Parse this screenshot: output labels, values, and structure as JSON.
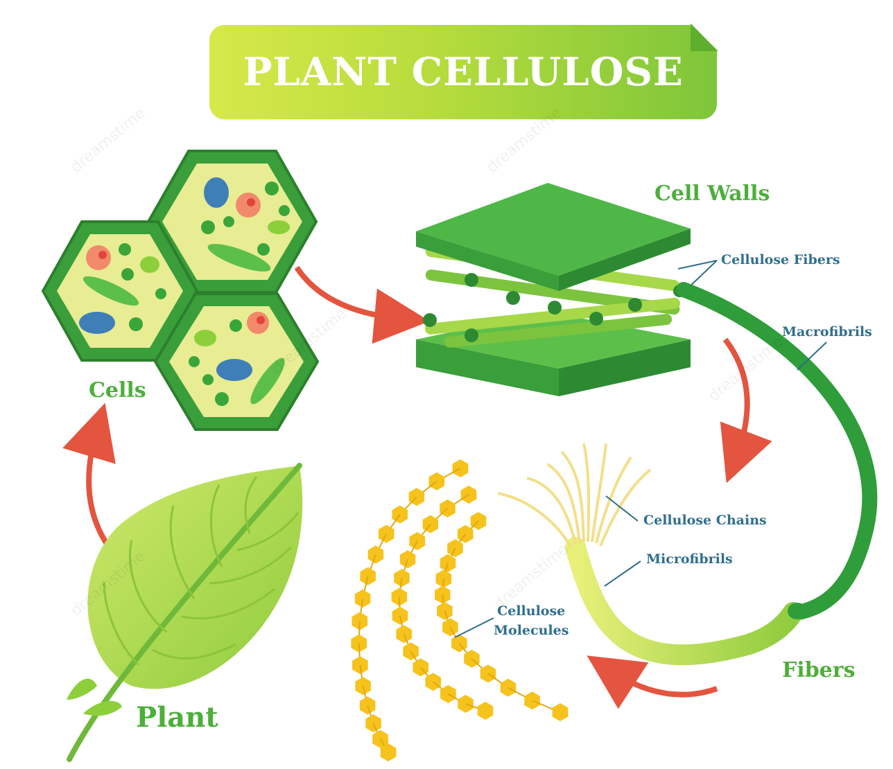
{
  "title": "PLANT CELLULOSE",
  "labels": {
    "cells": "Cells",
    "cell_walls": "Cell Walls",
    "cellulose_fibers": "Cellulose Fibers",
    "macrofibrils": "Macrofibrils",
    "cellulose_chains": "Cellulose Chains",
    "microfibrils": "Microfibrils",
    "cellulose_molecules_line1": "Cellulose",
    "cellulose_molecules_line2": "Molecules",
    "fibers": "Fibers",
    "plant": "Plant"
  },
  "colors": {
    "label_green": "#4caf3a",
    "label_blue": "#2f6f8f",
    "arrow_red": "#e4553f",
    "dark_green": "#2e9d3a",
    "light_green": "#b6dc3c",
    "molecule_yellow": "#f6c21c"
  },
  "watermark": "dreamstime"
}
